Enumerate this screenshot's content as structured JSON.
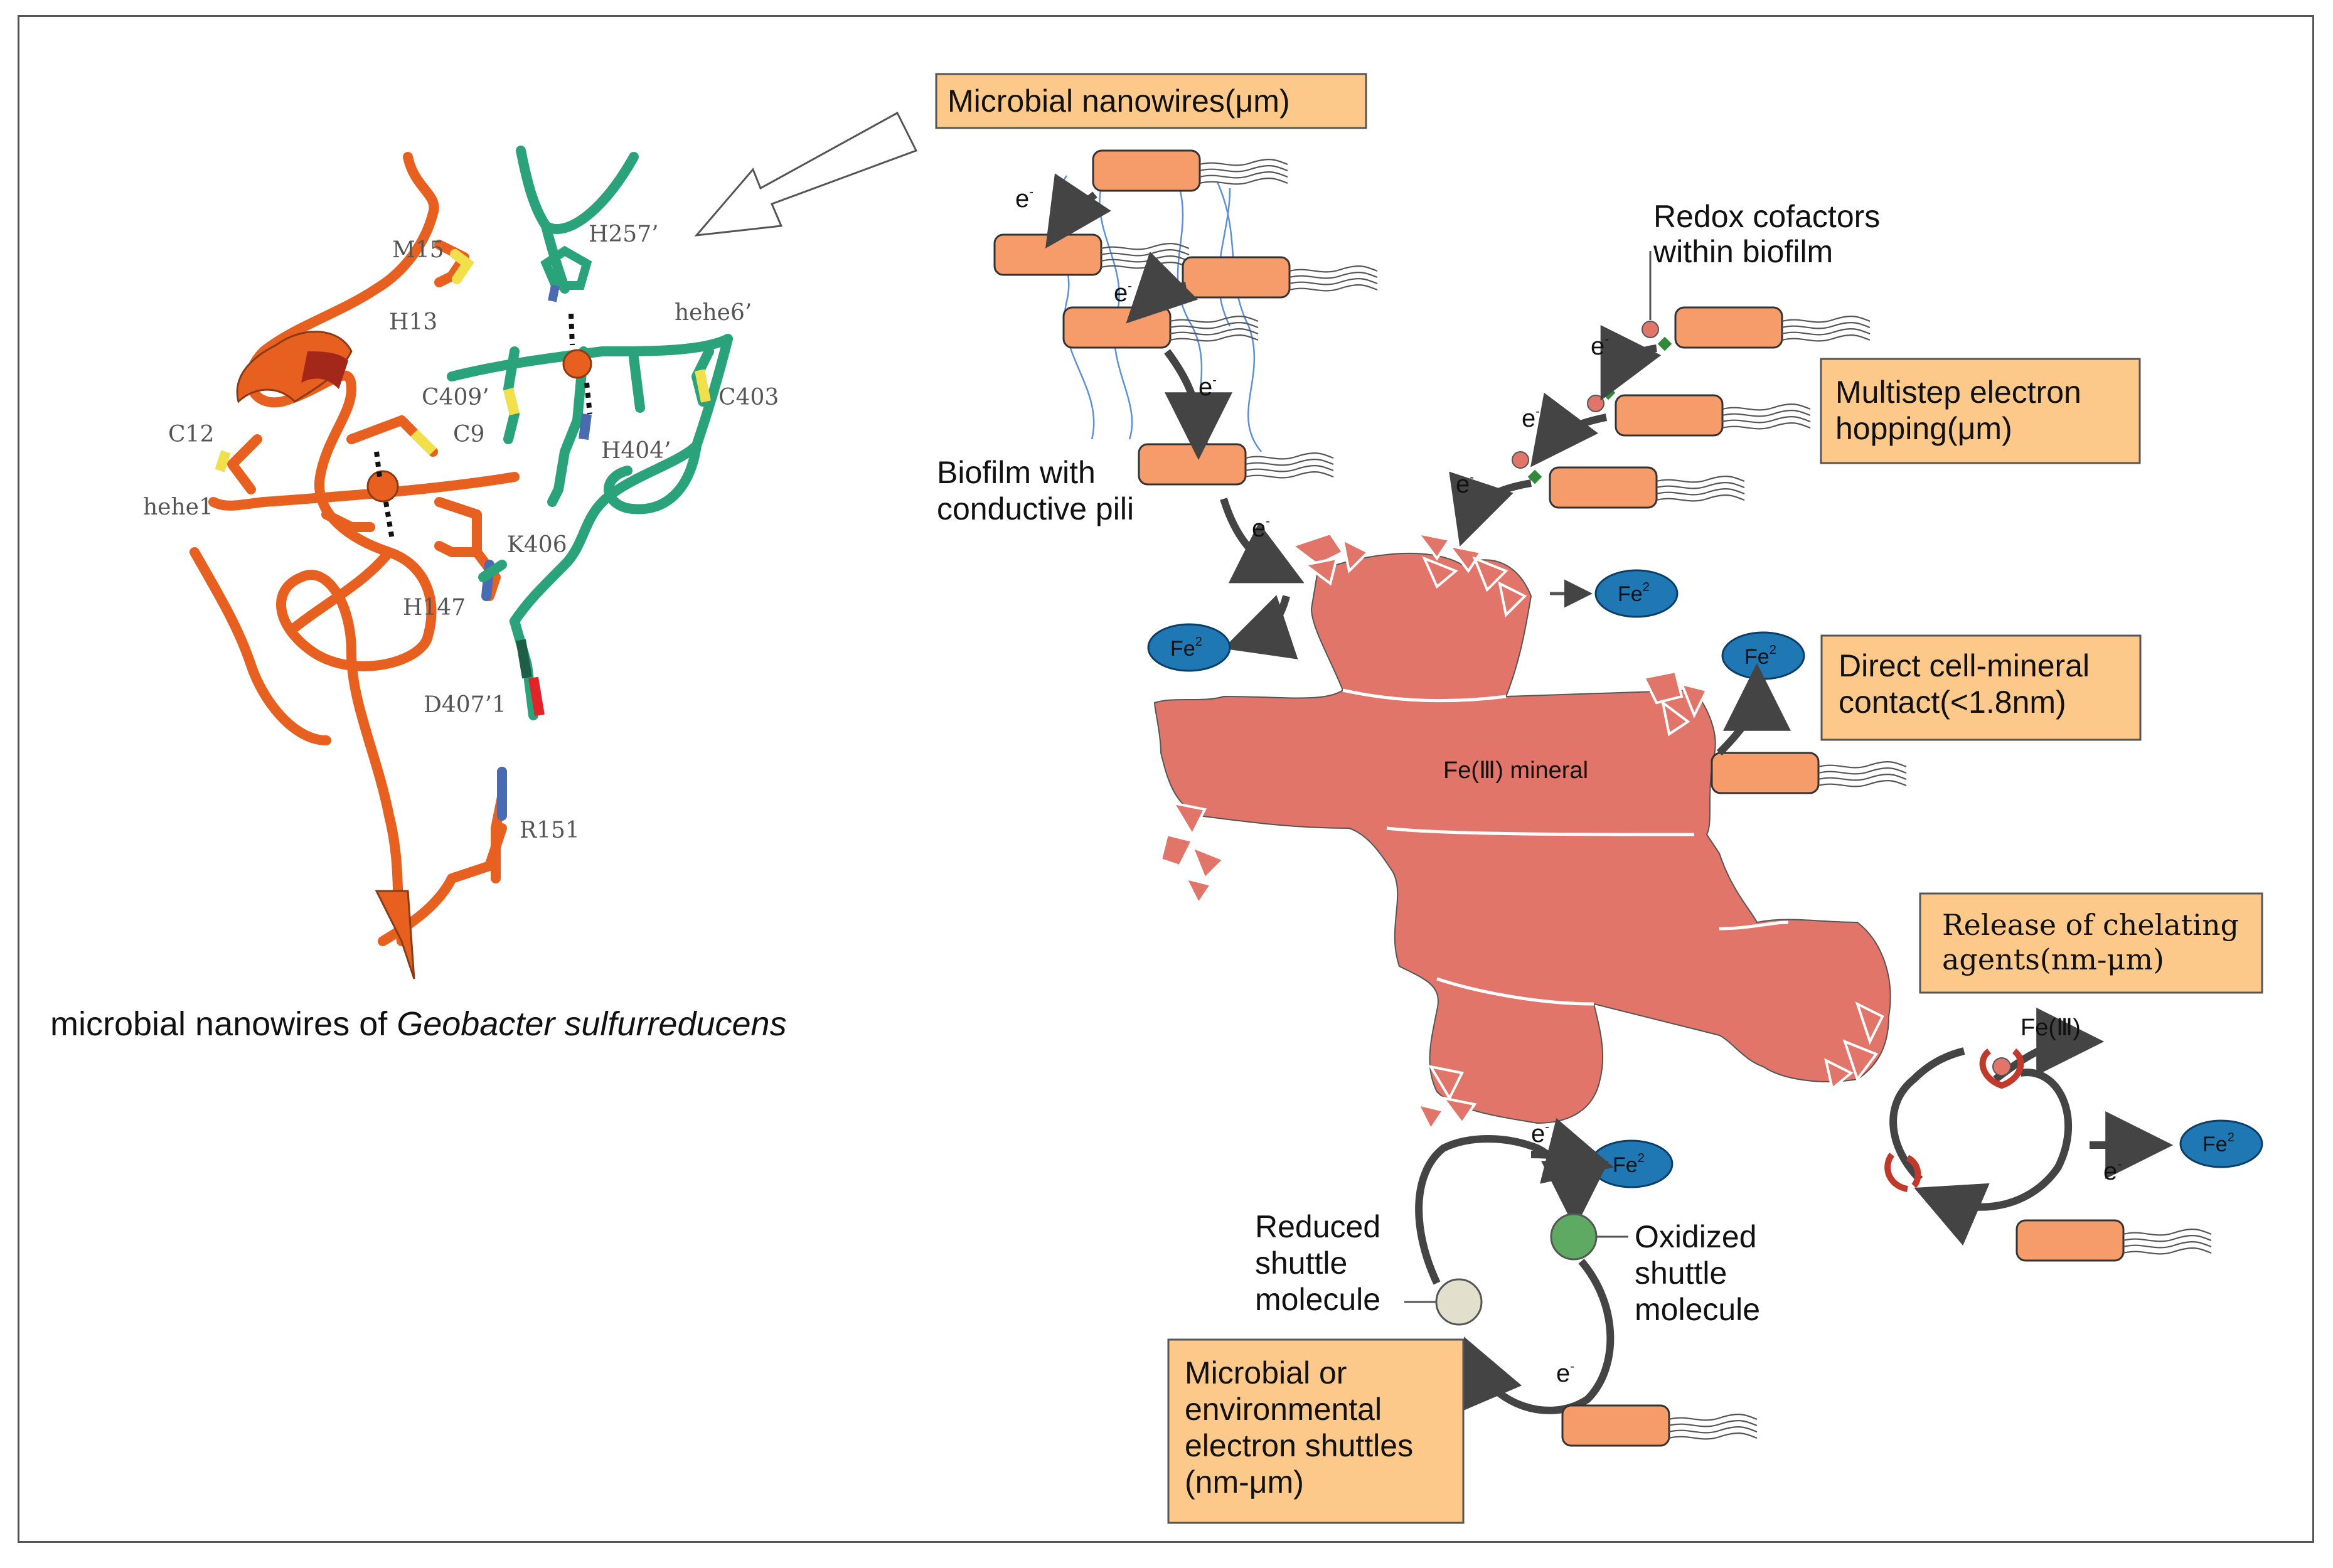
{
  "caption": {
    "prefix": "microbial nanowires of ",
    "species": "Geobacter sulfurreducens"
  },
  "residue_labels": {
    "m15": "M15",
    "h13": "H13",
    "c12": "C12",
    "c9": "C9",
    "hehe1": "hehe1",
    "h147": "H147",
    "k406": "K406",
    "d407": "D407’1",
    "r151": "R151",
    "h257": "H257’",
    "hehe6": "hehe6’",
    "c409": "C409’",
    "c403": "C403",
    "h404": "H404’"
  },
  "boxes": {
    "nanowires": "Microbial nanowires(μm)",
    "hopping_line1": "Multistep electron",
    "hopping_line2": "hopping(μm)",
    "contact_line1": "Direct cell-mineral",
    "contact_line2": "contact(<1.8nm)",
    "chelating_line1": "Release of chelating",
    "chelating_line2": "agents(nm-μm)",
    "shuttles_line1": "Microbial or",
    "shuttles_line2": "environmental",
    "shuttles_line3": "electron shuttles",
    "shuttles_line4": "(nm-μm)"
  },
  "labels": {
    "biofilm_line1": "Biofilm with",
    "biofilm_line2": "conductive pili",
    "redox_line1": "Redox cofactors",
    "redox_line2": "within biofilm",
    "mineral": "Fe(Ⅲ) mineral",
    "fe3_chelate": "Fe(Ⅲ)",
    "reduced_line1": "Reduced",
    "reduced_line2": "shuttle",
    "reduced_line3": "molecule",
    "oxidized_line1": "Oxidized",
    "oxidized_line2": "shuttle",
    "oxidized_line3": "molecule"
  },
  "electron": {
    "base": "e",
    "sup": "-"
  },
  "fe2": {
    "base": "Fe",
    "sup": "2"
  },
  "colors": {
    "cell": "#f59c6a",
    "mineral": "#e2756a",
    "fe2": "#1f77b4",
    "box": "#fcc98a",
    "orange_chain": "#e8601f",
    "teal_chain": "#2aa37a",
    "oxidized_shuttle": "#5faa62",
    "reduced_shuttle": "#e2dfcd",
    "pili": "#5b8fd6"
  }
}
